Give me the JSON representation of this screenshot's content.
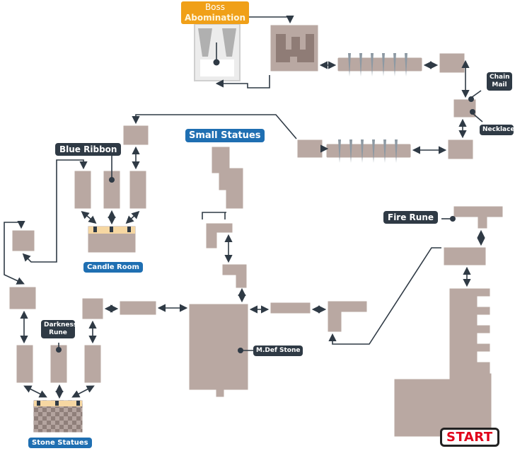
{
  "labels": {
    "boss_title": "Boss",
    "boss_name": "Abomination",
    "chain_mail": "Chain Mail",
    "necklace": "Necklace",
    "blue_ribbon": "Blue Ribbon",
    "small_statues": "Small Statues",
    "candle_room": "Candle Room",
    "fire_rune": "Fire Rune",
    "darkness_rune": "Darkness Rune",
    "mdef_stone": "M.Def Stone",
    "stone_statues": "Stone Statues",
    "start": "START"
  },
  "colors": {
    "room": "#b9a8a2",
    "connector": "#2f3a45",
    "boss_label": "#f0a018",
    "area_label": "#1f6fb2",
    "start_text": "#e0001a"
  }
}
